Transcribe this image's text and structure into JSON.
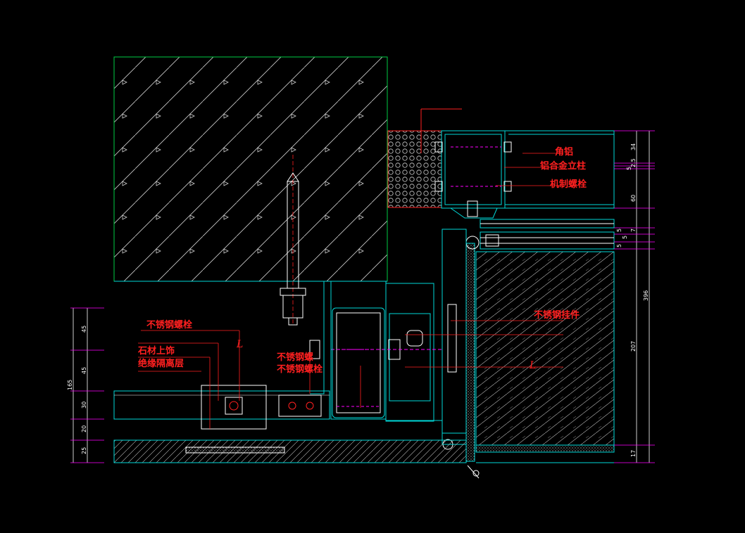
{
  "drawing": {
    "labels": {
      "jiaolv": "角铝",
      "lvhejin_lizhu": "铝合金立柱",
      "jizhi_luoshuan_right": "机制螺栓",
      "buxiugang_guajian": "不锈钢挂件",
      "buxiugang_luoshuan_top": "不锈钢螺栓",
      "shicai_shangshi": "石材上饰",
      "jueyuan_gelieceng": "绝缘隔离层",
      "buxiugang_luoshuan_mid1": "不锈钢螺",
      "buxiugang_luoshuan_mid2": "不锈钢螺栓"
    },
    "marks": {
      "l1": "L",
      "l2": "L"
    },
    "dims_right": [
      "34",
      "2.5",
      "5",
      "60",
      "5",
      "5",
      "7",
      "5",
      "396",
      "207",
      "17"
    ],
    "dims_left": [
      "165",
      "45",
      "45",
      "30",
      "20",
      "25"
    ],
    "colors": {
      "outline_green": "#00cc44",
      "outline_cyan": "#00d8d8",
      "label_red": "#ff2020",
      "dim_magenta": "#ff00ff",
      "hatch_white": "#e0e0e0"
    }
  }
}
